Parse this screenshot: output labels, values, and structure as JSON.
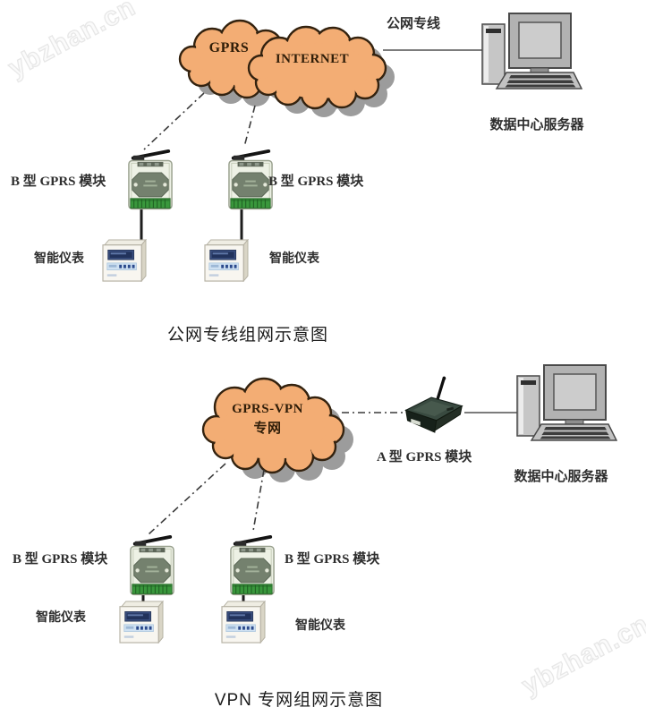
{
  "watermark": {
    "text": "ybzhan.cn"
  },
  "diagram_top": {
    "title": "公网专线组网示意图",
    "cloud_gprs": "GPRS",
    "cloud_internet": "INTERNET",
    "link_label": "公网专线",
    "server_label": "数据中心服务器",
    "module_b_left": "B 型 GPRS 模块",
    "module_b_right": "B 型 GPRS 模块",
    "meter_left": "智能仪表",
    "meter_right": "智能仪表"
  },
  "diagram_bottom": {
    "title": "VPN 专网组网示意图",
    "cloud_line1": "GPRS-VPN",
    "cloud_line2": "专网",
    "module_a": "A 型 GPRS 模块",
    "server_label": "数据中心服务器",
    "module_b_left": "B 型 GPRS 模块",
    "module_b_right": "B 型 GPRS 模块",
    "meter_left": "智能仪表",
    "meter_right": "智能仪表"
  },
  "colors": {
    "cloud_fill": "#f3ad74",
    "cloud_stroke": "#33220f",
    "cloud_shadow": "#9c9c9c",
    "line": "#555555",
    "module_green": "#39973c"
  }
}
